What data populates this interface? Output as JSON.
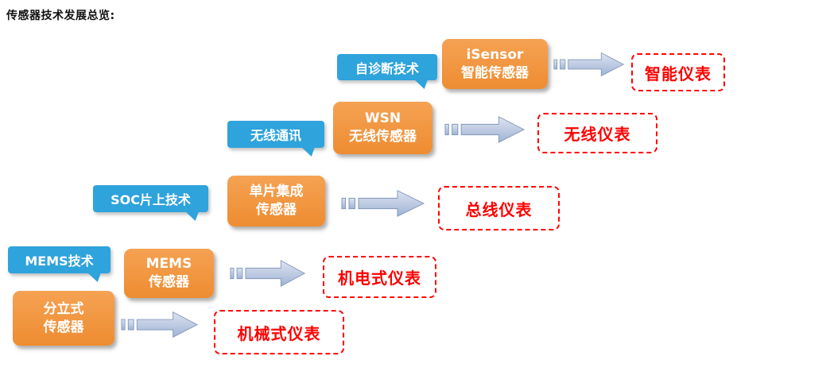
{
  "title": "传感器技术发展总览:",
  "icons": {
    "arrow": "striped-right-arrow"
  },
  "colors": {
    "callout_bg": "#2EA3DC",
    "box_bg": "#F0913B",
    "arrow_fill_top": "#DCE3F0",
    "arrow_fill_bottom": "#9DB3D6",
    "result_border": "#FF0000",
    "result_text": "#FF0000"
  },
  "rows": [
    {
      "callout": "自诊断技术",
      "box_line1": "iSensor",
      "box_line2": "智能传感器",
      "result": "智能仪表"
    },
    {
      "callout": "无线通讯",
      "box_line1": "WSN",
      "box_line2": "无线传感器",
      "result": "无线仪表"
    },
    {
      "callout": "SOC片上技术",
      "box_line1": "单片集成",
      "box_line2": "传感器",
      "result": "总线仪表"
    },
    {
      "callout": "MEMS技术",
      "box_line1": "MEMS",
      "box_line2": "传感器",
      "result": "机电式仪表"
    },
    {
      "box_line1": "分立式",
      "box_line2": "传感器",
      "result": "机械式仪表"
    }
  ]
}
